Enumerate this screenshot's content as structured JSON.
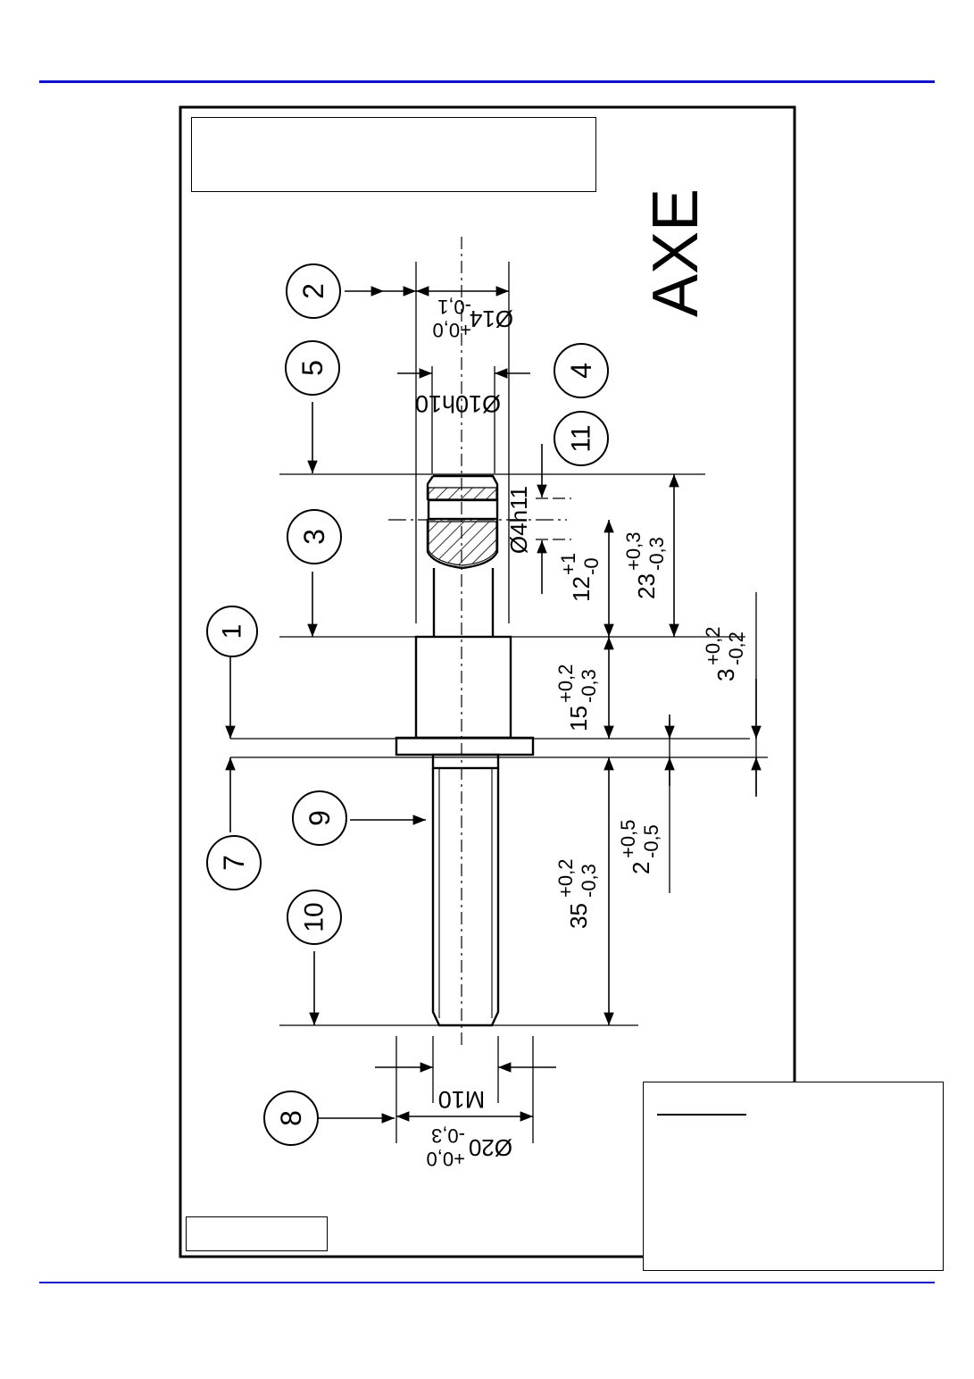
{
  "drawing": {
    "title": "AXE",
    "callouts": [
      "1",
      "2",
      "3",
      "4",
      "5",
      "7",
      "8",
      "9",
      "10",
      "11"
    ],
    "dimensions": {
      "d14": "Ø14",
      "d14_tol_upper": "+0,0",
      "d14_tol_lower": "-0,1",
      "d10h10": "Ø10h10",
      "d4h11": "Ø4h11",
      "l12": "12",
      "l12_tol_upper": "+1",
      "l12_tol_lower": "-0",
      "l23": "23",
      "l23_tol_upper": "+0,3",
      "l23_tol_lower": "-0,3",
      "l15": "15",
      "l15_tol_upper": "+0,2",
      "l15_tol_lower": "-0,3",
      "l3": "3",
      "l3_tol_upper": "+0,2",
      "l3_tol_lower": "-0,2",
      "l35": "35",
      "l35_tol_upper": "+0,2",
      "l35_tol_lower": "-0,3",
      "l2": "2",
      "l2_tol_upper": "+0,5",
      "l2_tol_lower": "-0,5",
      "m10": "M10",
      "d20": "Ø20",
      "d20_tol_upper": "+0,0",
      "d20_tol_lower": "-0,3"
    }
  }
}
